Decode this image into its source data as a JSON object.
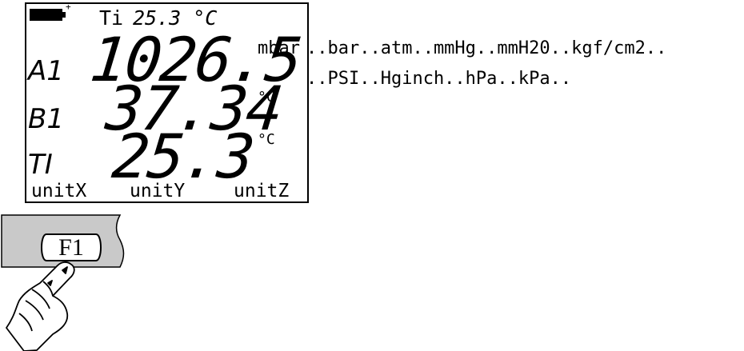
{
  "lcd": {
    "top_label": "Ti",
    "top_value": "25.3 °C",
    "rows": [
      {
        "label": "A1",
        "value": "1026.5",
        "unit": "mbar"
      },
      {
        "label": "B1",
        "value": "37.34",
        "unit": "°C"
      },
      {
        "label": "TI",
        "value": "25.3",
        "unit": "°C"
      }
    ],
    "soft_keys": [
      "unitX",
      "unitY",
      "unitZ"
    ]
  },
  "unit_options": {
    "line1": "..bar..atm..mmHg..mmH20..kgf/cm2..",
    "line2": "..PSI..Hginch..hPa..kPa.."
  },
  "key": {
    "label": "F1"
  },
  "icons": [
    "battery-icon",
    "hand-pressing-icon"
  ]
}
